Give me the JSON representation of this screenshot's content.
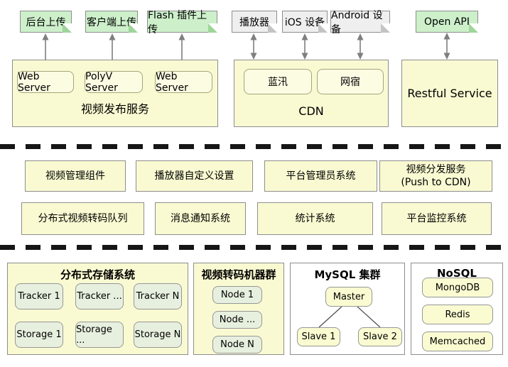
{
  "colors": {
    "note_green": "#cdf0cb",
    "note_gray": "#efefef",
    "panel_yellow": "#fafad2",
    "panel_white": "#ffffff",
    "node_green": "#e7f0df",
    "node_yellow": "#fbfbd2",
    "border_gray": "#8e8e8e",
    "arrow_gray": "#7f7f7f",
    "divider_black": "#161616"
  },
  "notes": [
    {
      "label": "后台上传"
    },
    {
      "label": "客户端上传"
    },
    {
      "label": "Flash 插件上传"
    },
    {
      "label": "播放器"
    },
    {
      "label": "iOS 设备"
    },
    {
      "label": "Android 设备"
    },
    {
      "label": "Open API"
    }
  ],
  "publish_panel": {
    "title": "视频发布服务",
    "servers": [
      "Web Server",
      "PolyV Server",
      "Web Server"
    ]
  },
  "cdn_panel": {
    "title": "CDN",
    "providers": [
      "蓝汛",
      "网宿"
    ]
  },
  "restful_panel": {
    "title": "Restful Service"
  },
  "middle_row1": [
    {
      "label": "视频管理组件"
    },
    {
      "label": "播放器自定义设置"
    },
    {
      "label": "平台管理员系统"
    },
    {
      "label": "视频分发服务",
      "label2": "(Push to CDN)"
    }
  ],
  "middle_row2": [
    {
      "label": "分布式视频转码队列"
    },
    {
      "label": "消息通知系统"
    },
    {
      "label": "统计系统"
    },
    {
      "label": "平台监控系统"
    }
  ],
  "storage_panel": {
    "title": "分布式存储系统",
    "nodes": [
      "Tracker 1",
      "Tracker ...",
      "Tracker N",
      "Storage 1",
      "Storage ...",
      "Storage N"
    ]
  },
  "transcode_panel": {
    "title": "视频转码机器群",
    "nodes": [
      "Node 1",
      "Node ...",
      "Node N"
    ]
  },
  "mysql_panel": {
    "title": "MySQL 集群",
    "master": "Master",
    "slaves": [
      "Slave 1",
      "Slave 2"
    ]
  },
  "nosql_panel": {
    "title": "NoSQL",
    "nodes": [
      "MongoDB",
      "Redis",
      "Memcached"
    ]
  }
}
